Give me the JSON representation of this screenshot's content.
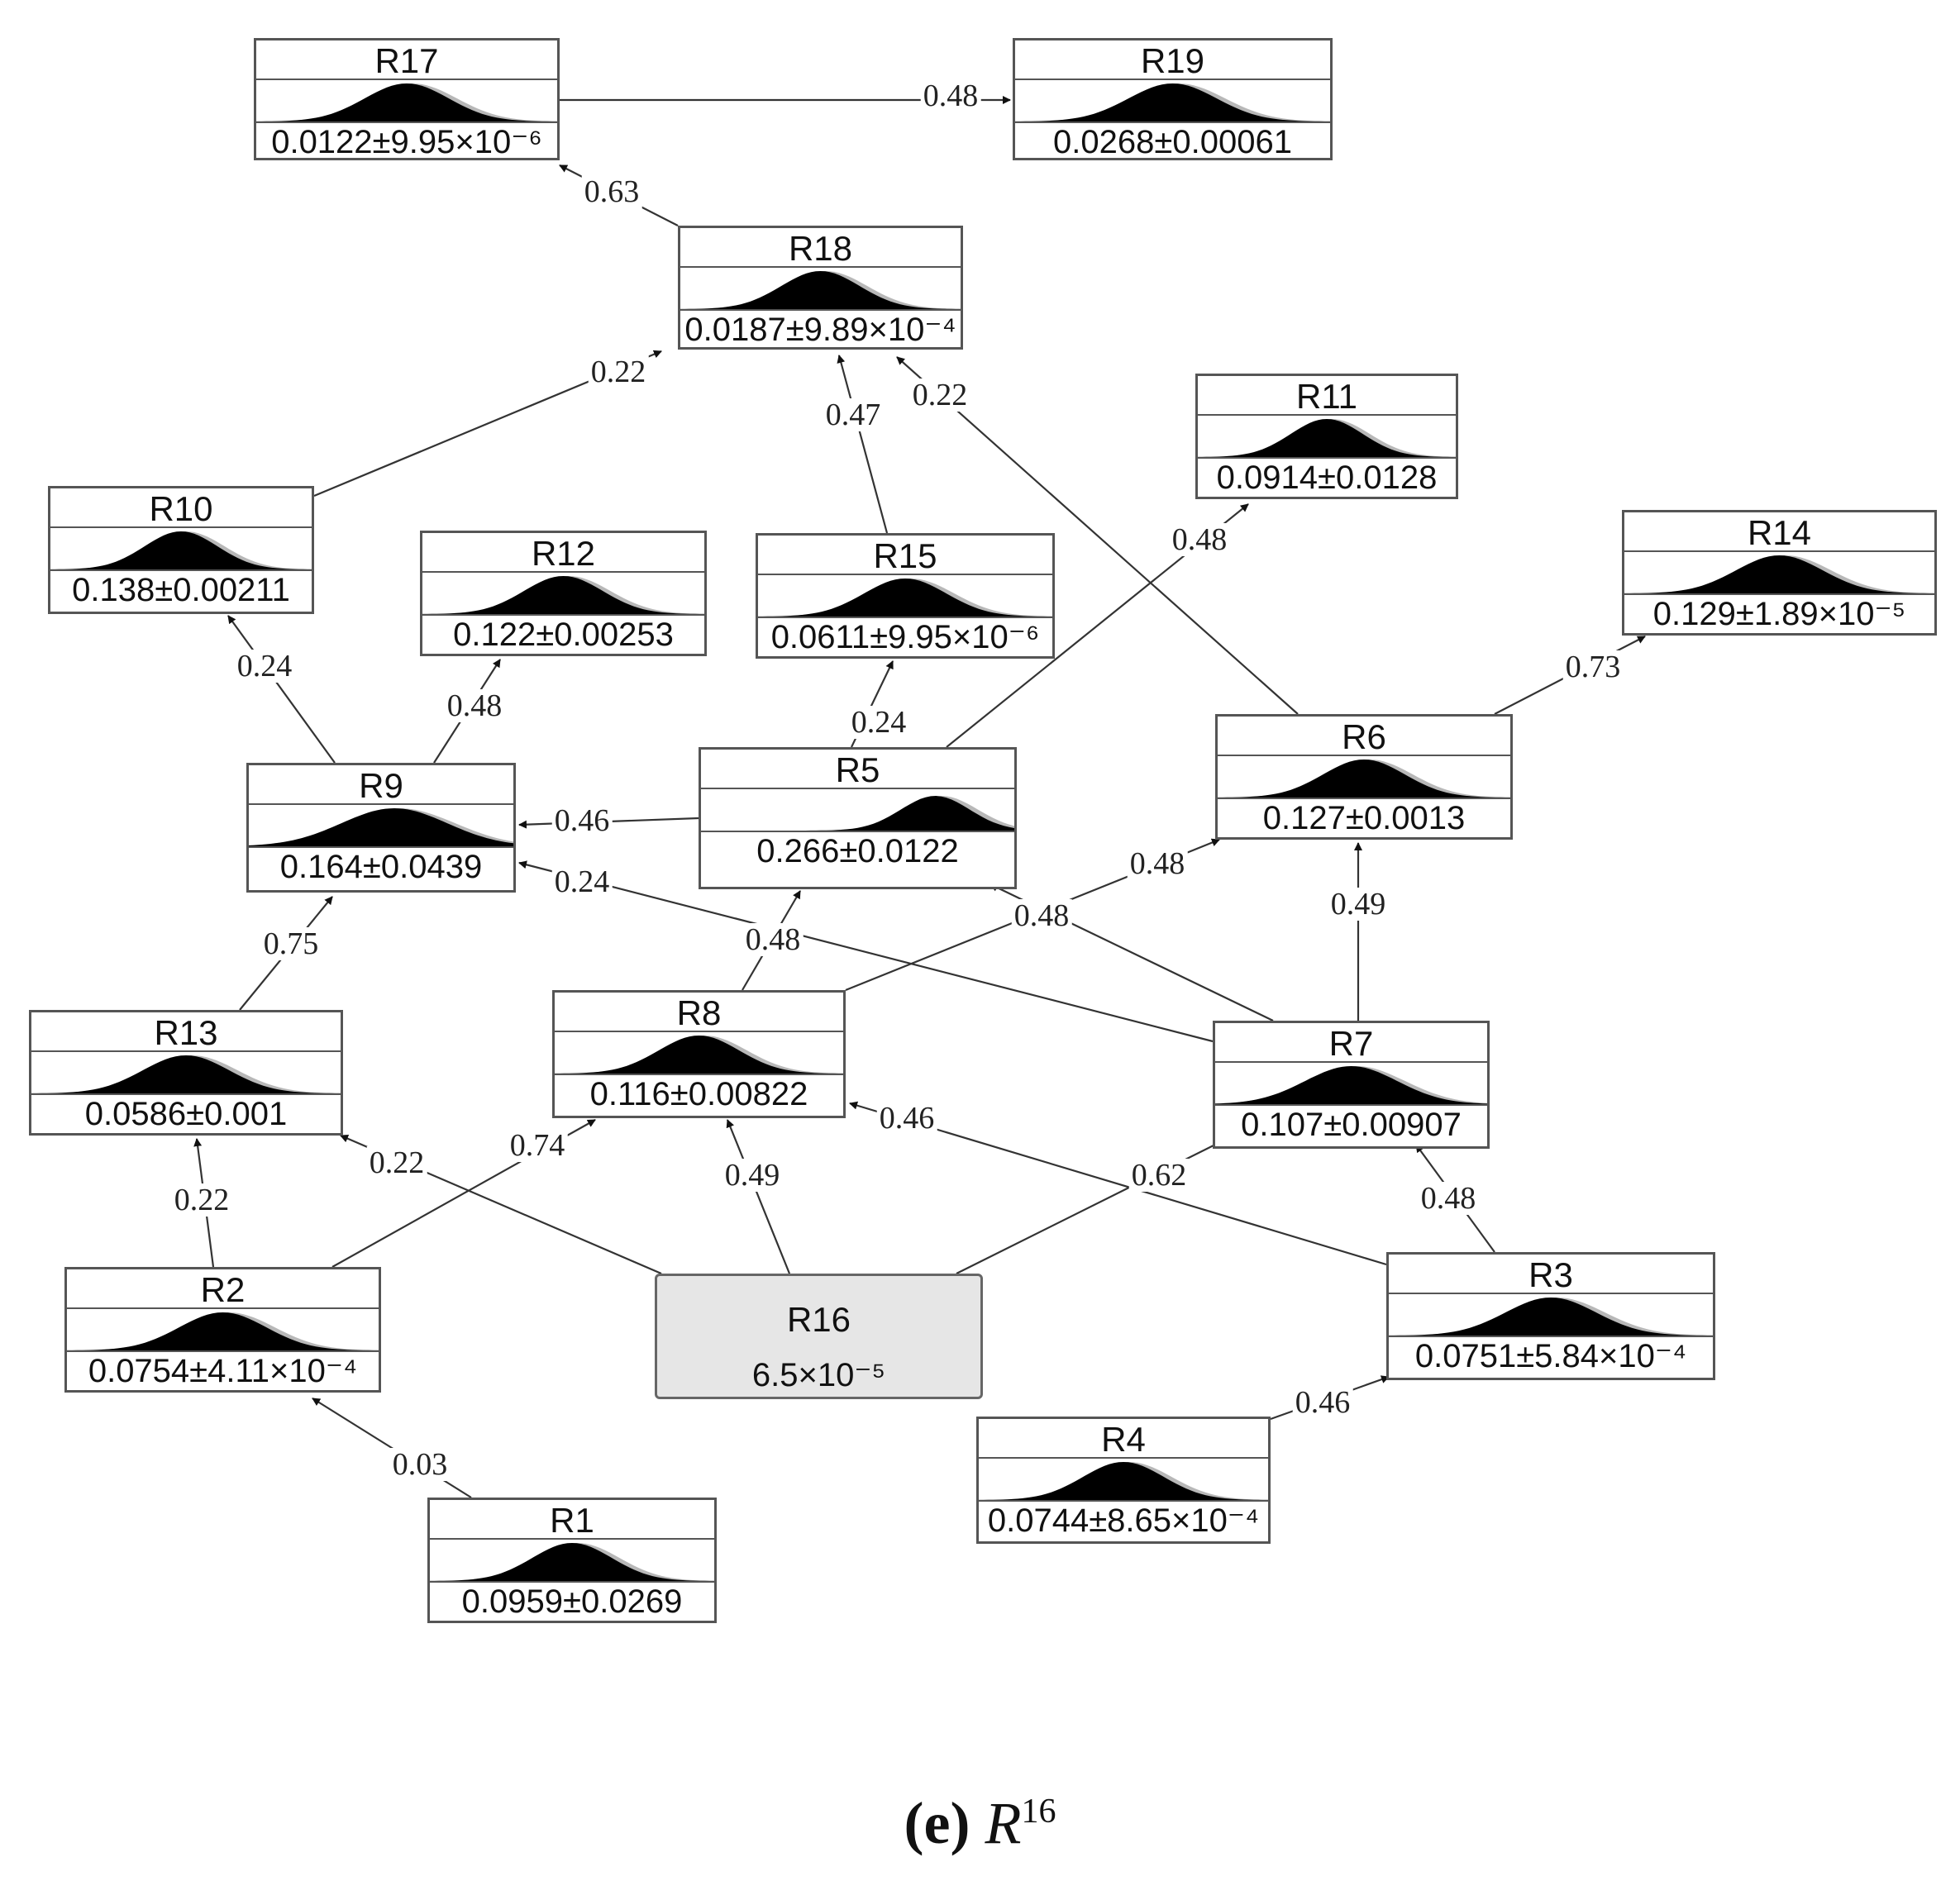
{
  "nodes": [
    {
      "id": "R17",
      "label": "R17",
      "value": "0.0122±9.95×10⁻⁶"
    },
    {
      "id": "R19",
      "label": "R19",
      "value": "0.0268±0.00061"
    },
    {
      "id": "R18",
      "label": "R18",
      "value": "0.0187±9.89×10⁻⁴"
    },
    {
      "id": "R11",
      "label": "R11",
      "value": "0.0914±0.0128"
    },
    {
      "id": "R10",
      "label": "R10",
      "value": "0.138±0.00211"
    },
    {
      "id": "R12",
      "label": "R12",
      "value": "0.122±0.00253"
    },
    {
      "id": "R15",
      "label": "R15",
      "value": "0.0611±9.95×10⁻⁶"
    },
    {
      "id": "R14",
      "label": "R14",
      "value": "0.129±1.89×10⁻⁵"
    },
    {
      "id": "R9",
      "label": "R9",
      "value": "0.164±0.0439"
    },
    {
      "id": "R5",
      "label": "R5",
      "value": "0.266±0.0122"
    },
    {
      "id": "R6",
      "label": "R6",
      "value": "0.127±0.0013"
    },
    {
      "id": "R13",
      "label": "R13",
      "value": "0.0586±0.001"
    },
    {
      "id": "R8",
      "label": "R8",
      "value": "0.116±0.00822"
    },
    {
      "id": "R7",
      "label": "R7",
      "value": "0.107±0.00907"
    },
    {
      "id": "R2",
      "label": "R2",
      "value": "0.0754±4.11×10⁻⁴"
    },
    {
      "id": "R16",
      "label": "R16",
      "value": "6.5×10⁻⁵",
      "evidence": true
    },
    {
      "id": "R3",
      "label": "R3",
      "value": "0.0751±5.84×10⁻⁴"
    },
    {
      "id": "R4",
      "label": "R4",
      "value": "0.0744±8.65×10⁻⁴"
    },
    {
      "id": "R1",
      "label": "R1",
      "value": "0.0959±0.0269"
    }
  ],
  "edges": [
    {
      "from": "R17",
      "to": "R19",
      "label": "0.48"
    },
    {
      "from": "R18",
      "to": "R17",
      "label": "0.63"
    },
    {
      "from": "R10",
      "to": "R18",
      "label": "0.22"
    },
    {
      "from": "R15",
      "to": "R18",
      "label": "0.47"
    },
    {
      "from": "R6",
      "to": "R18",
      "label": "0.22"
    },
    {
      "from": "R5",
      "to": "R11",
      "label": "0.48"
    },
    {
      "from": "R9",
      "to": "R10",
      "label": "0.24"
    },
    {
      "from": "R9",
      "to": "R12",
      "label": "0.48"
    },
    {
      "from": "R5",
      "to": "R15",
      "label": "0.24"
    },
    {
      "from": "R6",
      "to": "R14",
      "label": "0.73"
    },
    {
      "from": "R5",
      "to": "R9",
      "label": "0.46"
    },
    {
      "from": "R7",
      "to": "R9",
      "label": "0.24"
    },
    {
      "from": "R8",
      "to": "R5",
      "label": "0.48"
    },
    {
      "from": "R7",
      "to": "R5",
      "label": "0.48"
    },
    {
      "from": "R8",
      "to": "R6",
      "label": "0.48"
    },
    {
      "from": "R7",
      "to": "R6",
      "label": "0.49"
    },
    {
      "from": "R13",
      "to": "R9",
      "label": "0.75"
    },
    {
      "from": "R2",
      "to": "R13",
      "label": "0.22"
    },
    {
      "from": "R16",
      "to": "R13",
      "label": "0.22"
    },
    {
      "from": "R2",
      "to": "R8",
      "label": "0.74"
    },
    {
      "from": "R16",
      "to": "R8",
      "label": "0.49"
    },
    {
      "from": "R3",
      "to": "R8",
      "label": "0.46"
    },
    {
      "from": "R16",
      "to": "R7",
      "label": "0.62"
    },
    {
      "from": "R3",
      "to": "R7",
      "label": "0.48"
    },
    {
      "from": "R1",
      "to": "R2",
      "label": "0.03"
    },
    {
      "from": "R4",
      "to": "R3",
      "label": "0.46"
    }
  ],
  "caption": {
    "letter": "(e)",
    "symbol": "R",
    "superscript": "16"
  }
}
